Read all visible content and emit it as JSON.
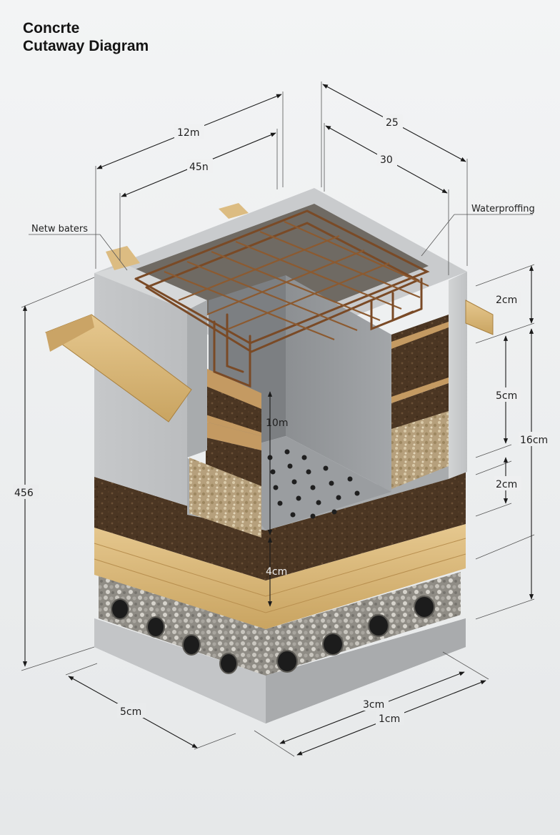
{
  "title": {
    "line1": "Concrte",
    "line2": "Cutaway Diagram"
  },
  "dimensions": {
    "top_outer": "12m",
    "top_inner": "45n",
    "right_outer": "25",
    "right_inner": "30",
    "side_2cm_top": "2cm",
    "side_5cm": "5cm",
    "side_16cm": "16cm",
    "side_2cm_bottom": "2cm",
    "left_height": "456",
    "inner_10m": "10m",
    "inner_4cm": "4cm",
    "bottom_left": "5cm",
    "bottom_right_3cm": "3cm",
    "bottom_right_1cm": "1cm"
  },
  "callouts": {
    "left": "Netw baters",
    "right": "Waterproffing"
  },
  "colors": {
    "concrete": "#b9bbbd",
    "concrete_dark": "#8f9294",
    "soil": "#4a3522",
    "timber": "#d9b77a",
    "gravel": "#9c9a94",
    "rebar": "#7a4a26"
  }
}
